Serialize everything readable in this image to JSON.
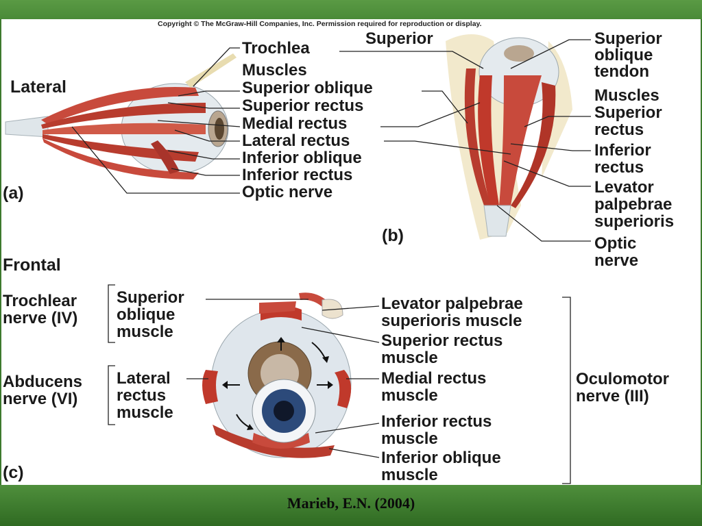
{
  "copyright": "Copyright © The McGraw-Hill Companies, Inc. Permission required for reproduction or display.",
  "citation": "Marieb, E.N. (2004)",
  "panel_a": {
    "letter": "(a)",
    "view": "Lateral",
    "labels": {
      "trochlea": "Trochlea",
      "muscles_heading": "Muscles",
      "superior_oblique": "Superior oblique",
      "superior_rectus": "Superior rectus",
      "medial_rectus": "Medial rectus",
      "lateral_rectus": "Lateral rectus",
      "inferior_oblique": "Inferior oblique",
      "inferior_rectus": "Inferior rectus",
      "optic_nerve": "Optic nerve"
    }
  },
  "panel_b": {
    "letter": "(b)",
    "superior": "Superior",
    "labels": {
      "superior_oblique_tendon": [
        "Superior",
        "oblique",
        "tendon"
      ],
      "muscles_heading": "Muscles",
      "superior_rectus": [
        "Superior",
        "rectus"
      ],
      "inferior_rectus": [
        "Inferior",
        "rectus"
      ],
      "levator": [
        "Levator",
        "palpebrae",
        "superioris"
      ],
      "optic_nerve": [
        "Optic",
        "nerve"
      ]
    }
  },
  "panel_c": {
    "letter": "(c)",
    "view": "Frontal",
    "nerves": {
      "trochlear": [
        "Trochlear",
        "nerve (IV)"
      ],
      "abducens": [
        "Abducens",
        "nerve (VI)"
      ],
      "oculomotor": [
        "Oculomotor",
        "nerve (III)"
      ]
    },
    "muscles": {
      "superior_oblique": [
        "Superior",
        "oblique",
        "muscle"
      ],
      "lateral_rectus": [
        "Lateral",
        "rectus",
        "muscle"
      ],
      "levator": [
        "Levator palpebrae",
        "superioris muscle"
      ],
      "superior_rectus": [
        "Superior rectus",
        "muscle"
      ],
      "medial_rectus": [
        "Medial rectus",
        "muscle"
      ],
      "inferior_rectus": [
        "Inferior rectus",
        "muscle"
      ],
      "inferior_oblique": [
        "Inferior oblique",
        "muscle"
      ]
    }
  },
  "colors": {
    "frame_green": "#3d7a2e",
    "muscle_red": "#c0392b",
    "iris_blue": "#2c4a7a",
    "sclera": "#e9eef2"
  }
}
